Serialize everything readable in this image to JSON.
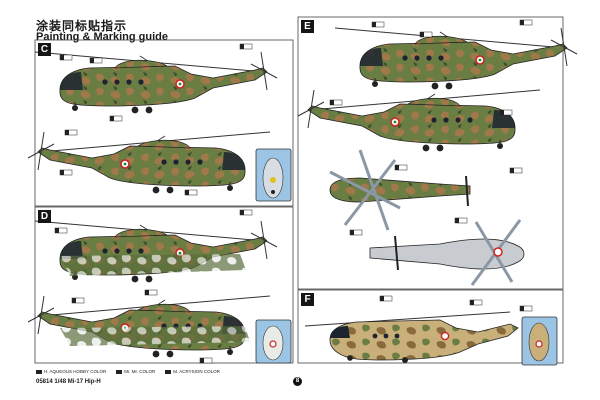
{
  "header": {
    "title_cn": "涂装同标贴指示",
    "title_en": "Painting & Marking guide"
  },
  "sections": [
    {
      "id": "C"
    },
    {
      "id": "D"
    },
    {
      "id": "E"
    },
    {
      "id": "F"
    }
  ],
  "footer": {
    "legend": [
      {
        "code": "H.",
        "label": "AQUEOUS HOBBY COLOR"
      },
      {
        "code": "Mr.",
        "label": "Mr. COLOR"
      },
      {
        "code": "M.",
        "label": "ACRYSION COLOR"
      }
    ],
    "kit_label": "05814 1/48 Mi-17 Hip-H",
    "page_number": "8"
  },
  "colors": {
    "camo_green": "#6a7d43",
    "camo_brown": "#a0784a",
    "sand": "#c9b07a",
    "light_grey": "#c8ccd0",
    "callout_blue": "#9cc4e4"
  }
}
